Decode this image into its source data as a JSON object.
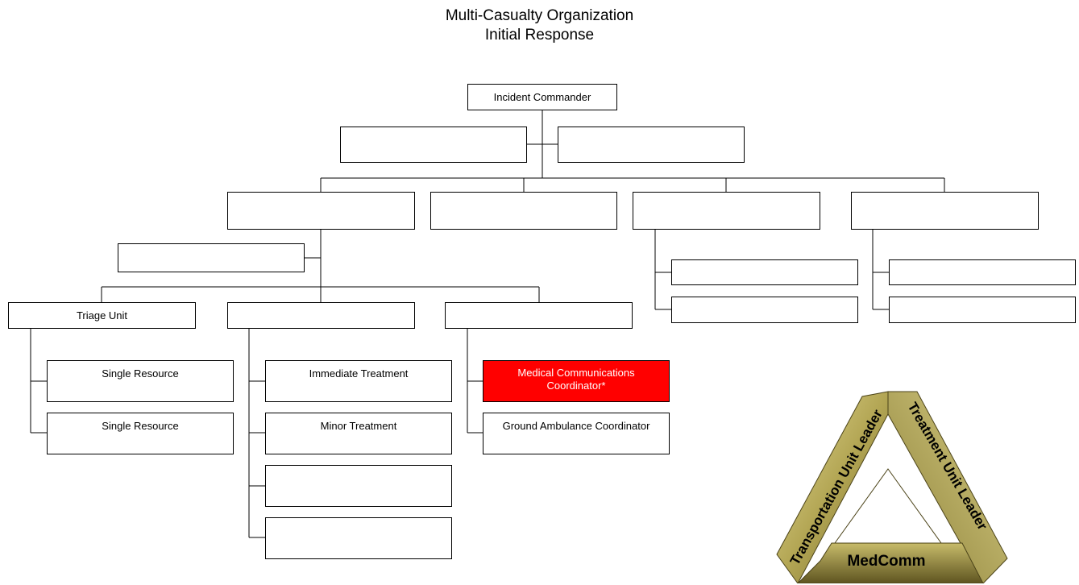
{
  "title": [
    "Multi-Casualty Organization",
    "Initial Response"
  ],
  "boxes": {
    "incident_commander": "Incident Commander",
    "triage_unit": "Triage Unit",
    "single_resource_1": "Single Resource",
    "single_resource_2": "Single Resource",
    "immediate_treatment": "Immediate Treatment",
    "minor_treatment": "Minor Treatment",
    "medical_communications_coordinator": "Medical Communications Coordinator*",
    "ground_ambulance_coordinator": "Ground Ambulance Coordinator"
  },
  "logo": {
    "center_text": "MedComm",
    "left_text": "Transportation Unit Leader",
    "right_text": "Treatment Unit Leader"
  },
  "colors": {
    "highlight": "#ff0000",
    "logo_gold": "#a89c4c"
  }
}
